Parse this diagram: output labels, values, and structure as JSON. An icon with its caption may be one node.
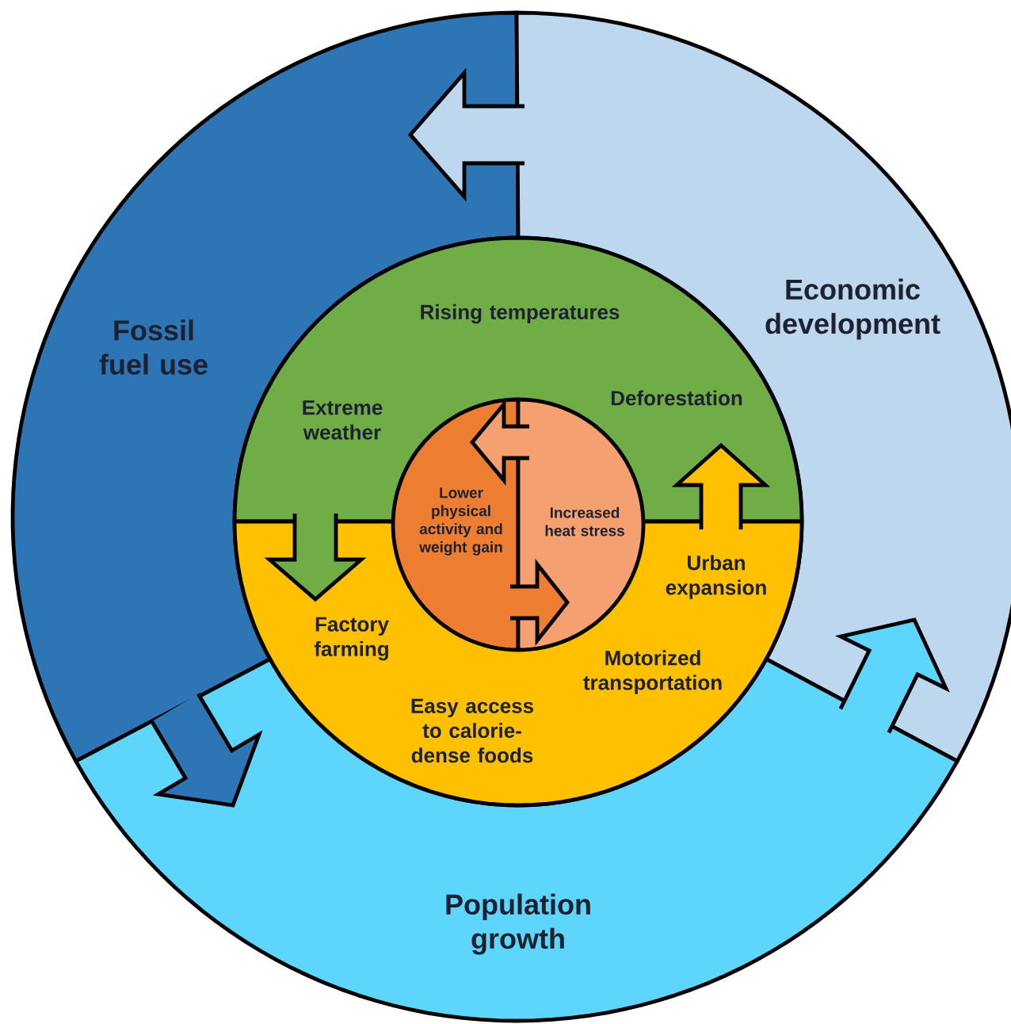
{
  "diagram": {
    "nodes": [
      {
        "text": [
          "Fossil fuel use"
        ]
      },
      {
        "text": [
          "Economic development"
        ]
      },
      {
        "text": [
          "Population growth"
        ]
      },
      {
        "text": [
          "Rising temperatures",
          "Extreme weather",
          "Deforestation"
        ]
      },
      {
        "text": [
          "Urban expansion",
          "Factory farming",
          "Motorized transportation",
          "Easy access to calorie-dense foods"
        ]
      },
      {
        "text": [
          "Lower physical activity and weight gain"
        ]
      },
      {
        "text": [
          "Increased heat stress"
        ]
      }
    ],
    "edges": [
      {
        "from": 1,
        "to": 0,
        "arrow": "to"
      },
      {
        "from": 0,
        "to": 2,
        "arrow": "to"
      },
      {
        "from": 2,
        "to": 1,
        "arrow": "to"
      },
      {
        "from": 3,
        "to": 4,
        "arrow": "to"
      },
      {
        "from": 4,
        "to": 3,
        "arrow": "to"
      },
      {
        "from": 6,
        "to": 5,
        "arrow": "to"
      },
      {
        "from": 5,
        "to": 6,
        "arrow": "to"
      }
    ]
  }
}
